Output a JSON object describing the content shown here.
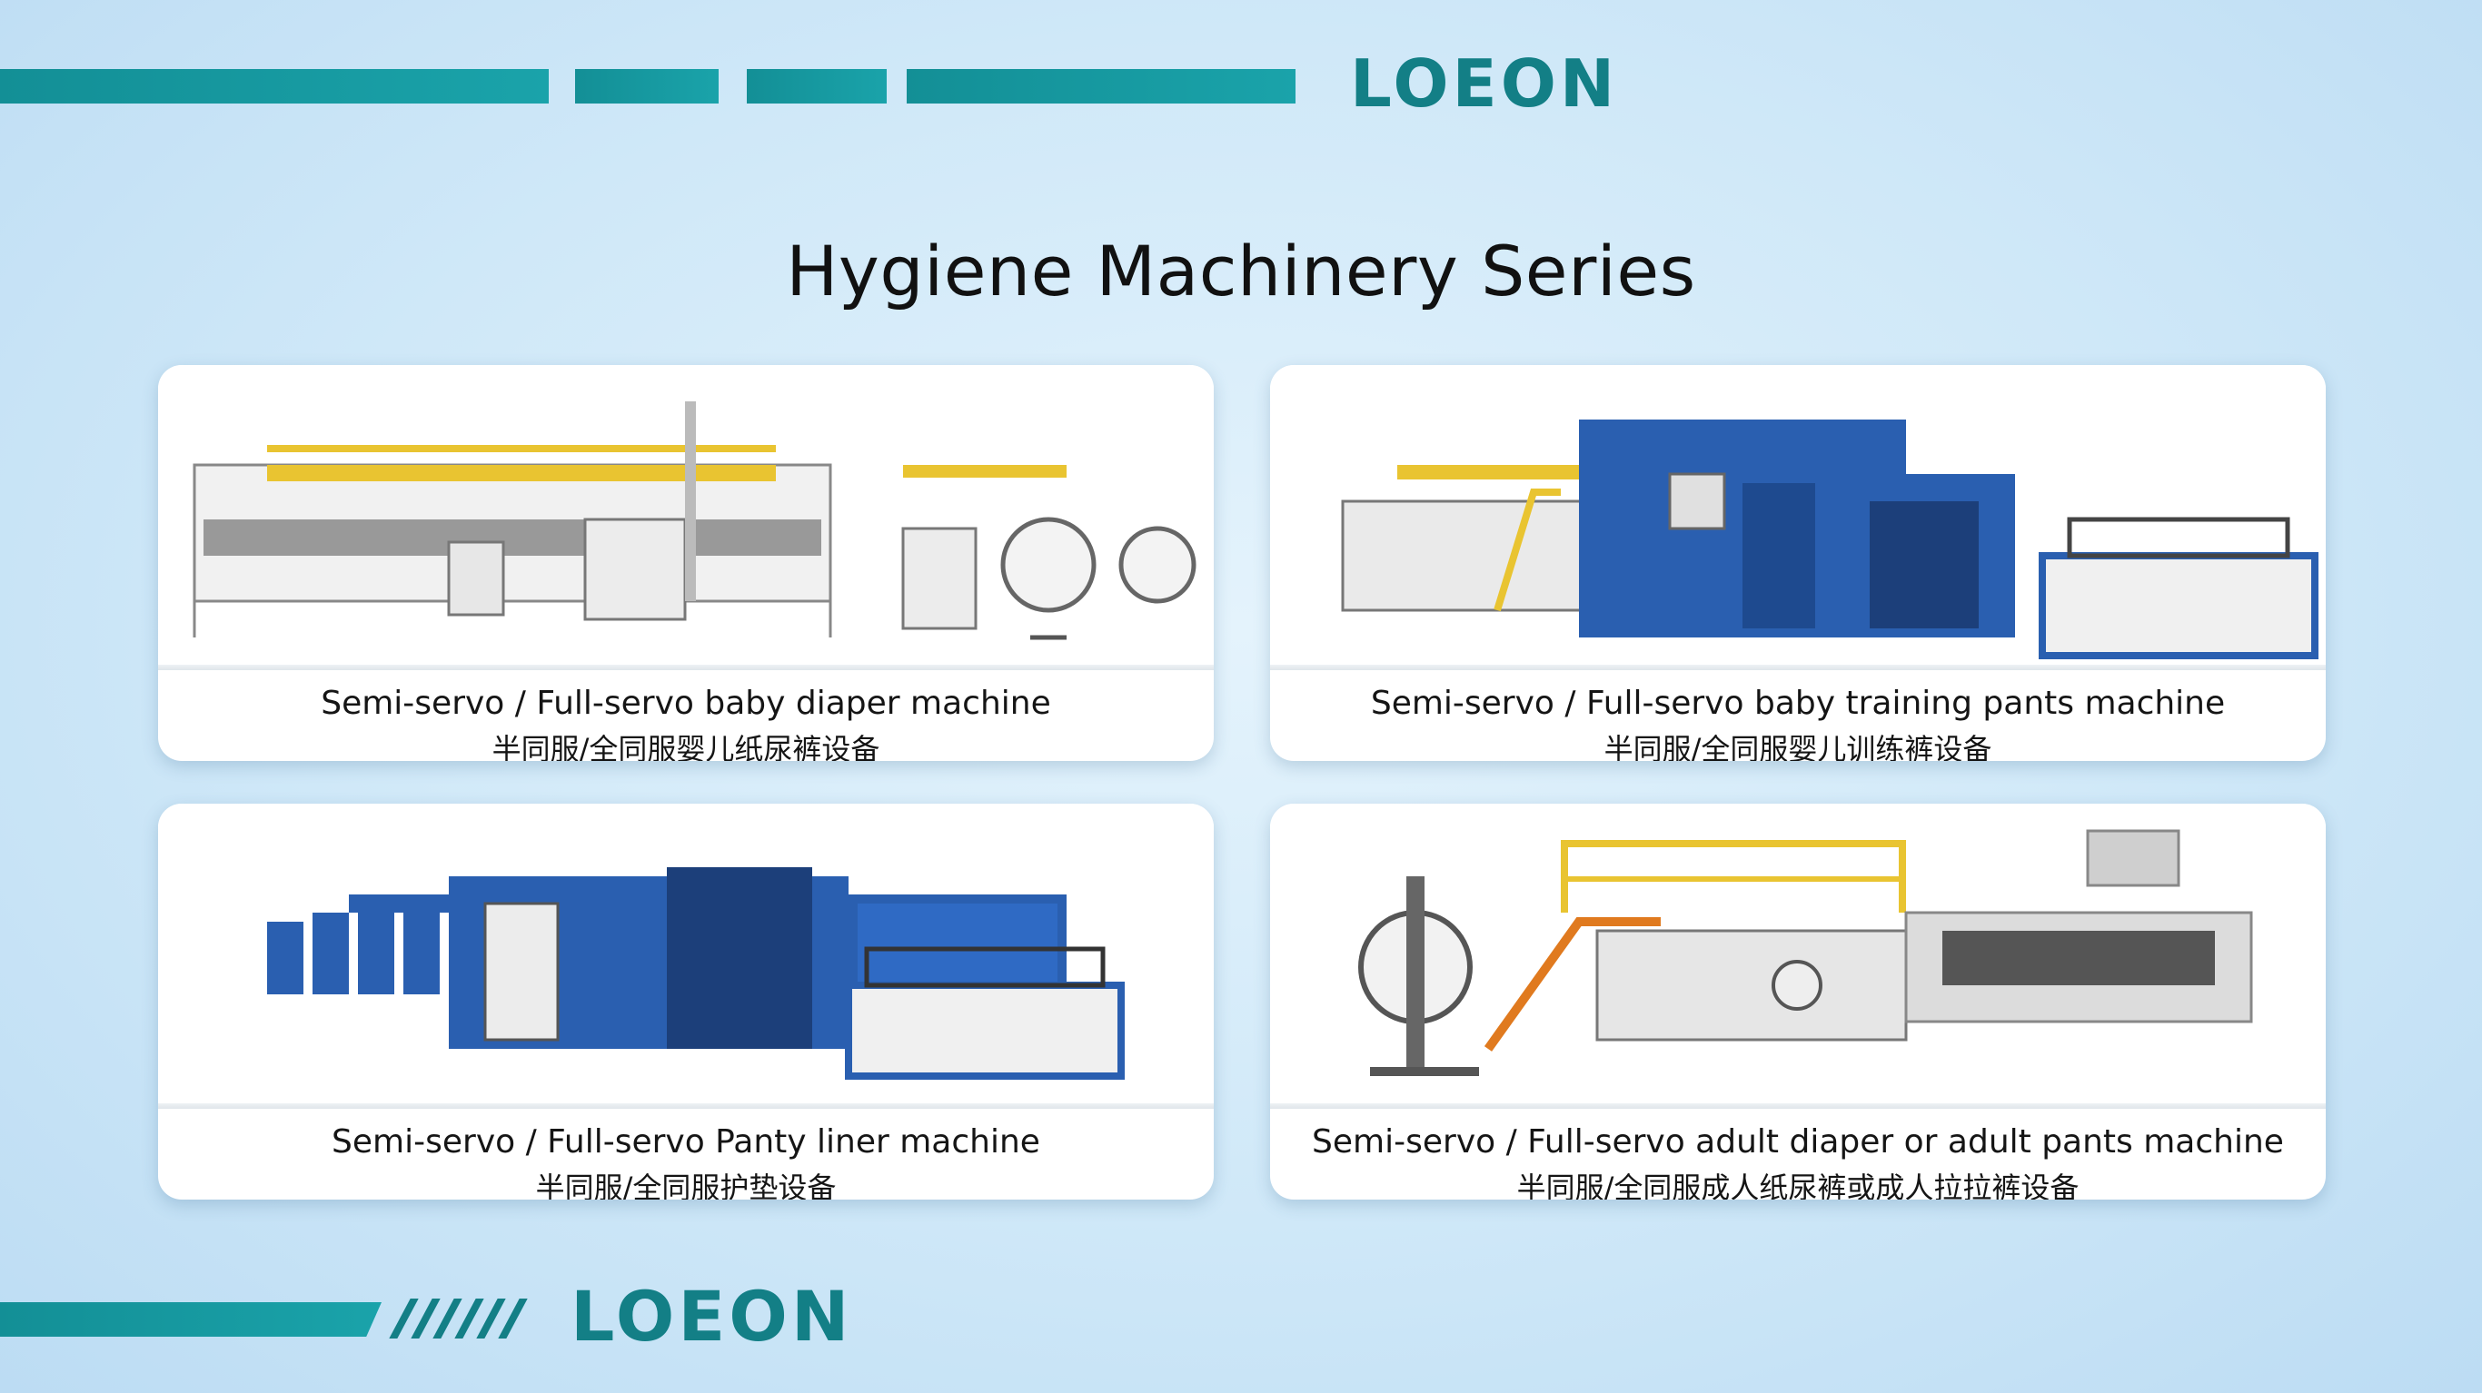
{
  "brand": {
    "logo_text": "LOEON"
  },
  "page": {
    "title": "Hygiene Machinery Series"
  },
  "cards": [
    {
      "en": "Semi-servo / Full-servo baby diaper machine",
      "zh": "半同服/全同服婴儿纸尿裤设备",
      "image": "baby-diaper-machine-photo"
    },
    {
      "en": "Semi-servo / Full-servo baby training pants machine",
      "zh": "半同服/全同服婴儿训练裤设备",
      "image": "training-pants-machine-photo"
    },
    {
      "en": "Semi-servo / Full-servo Panty liner machine",
      "zh": "半同服/全同服护垫设备",
      "image": "panty-liner-machine-photo"
    },
    {
      "en": "Semi-servo / Full-servo adult diaper or adult pants machine",
      "zh": "半同服/全同服成人纸尿裤或成人拉拉裤设备",
      "image": "adult-diaper-machine-photo"
    }
  ],
  "colors": {
    "accent": "#137f86",
    "machine_blue": "#2a5fb0",
    "machine_yellow": "#e9c431",
    "stair_orange": "#e07a1f"
  }
}
